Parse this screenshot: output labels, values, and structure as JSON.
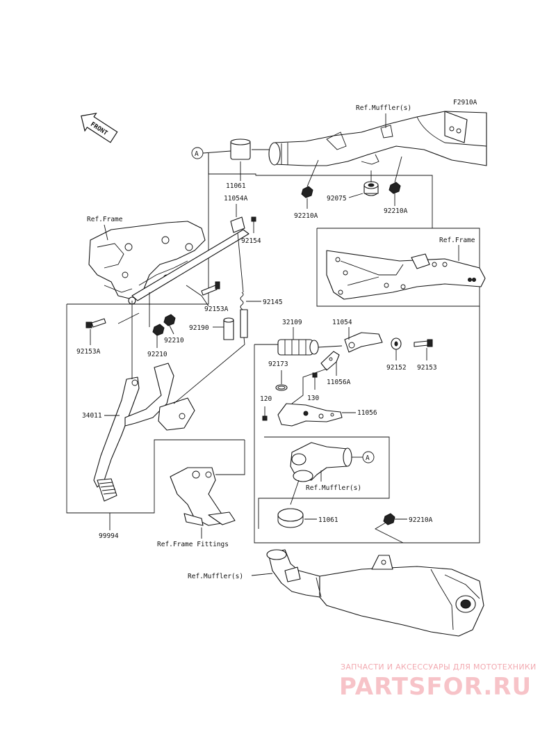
{
  "diagram": {
    "code": "F2910A",
    "front_label": "FRONT",
    "ref_labels": {
      "muffler_top": "Ref.Muffler(s)",
      "frame_left": "Ref.Frame",
      "frame_right": "Ref.Frame",
      "muffler_mid": "Ref.Muffler(s)",
      "frame_fittings": "Ref.Frame Fittings",
      "muffler_bottom": "Ref.Muffler(s)"
    },
    "callouts": {
      "a_top": "A",
      "a_mid": "A"
    },
    "parts": {
      "p11061_top": "11061",
      "p11054A": "11054A",
      "p92154": "92154",
      "p92075": "92075",
      "p92210A_left": "92210A",
      "p92210A_right": "92210A",
      "p92153A_upper": "92153A",
      "p92145": "92145",
      "p92190": "92190",
      "p92210_right": "92210",
      "p92210_left": "92210",
      "p92153A_lower": "92153A",
      "p32109": "32109",
      "p11054": "11054",
      "p92173": "92173",
      "p11056A": "11056A",
      "p92152": "92152",
      "p92153": "92153",
      "p120": "120",
      "p130": "130",
      "p11056": "11056",
      "p34011": "34011",
      "p11061_bottom": "11061",
      "p92210A_bottom": "92210A",
      "p99994": "99994"
    }
  },
  "watermark": {
    "tagline": "ЗАПЧАСТИ И АКСЕССУАРЫ ДЛЯ МОТОТЕХНИКИ",
    "brand": "PARTSFOR.RU"
  }
}
